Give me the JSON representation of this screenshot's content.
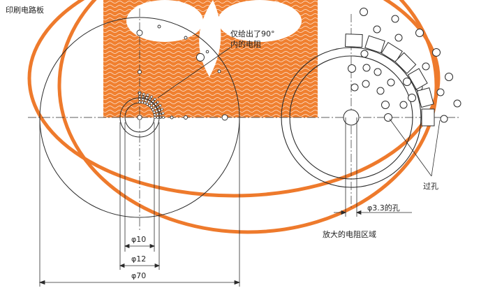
{
  "title": "印刷电路板",
  "callout_line1": "仅给出了90°",
  "callout_line2": "内的电阻",
  "via_label": "过孔",
  "hole_label": "φ3.3的孔",
  "zoom_label": "放大的电阻区域",
  "dim_phi10": "φ10",
  "dim_phi12": "φ12",
  "dim_phi70": "φ70",
  "colors": {
    "pattern": "#f08030",
    "ring": "#ee7a2c",
    "line": "#2a2a2a",
    "background": "#ffffff"
  }
}
